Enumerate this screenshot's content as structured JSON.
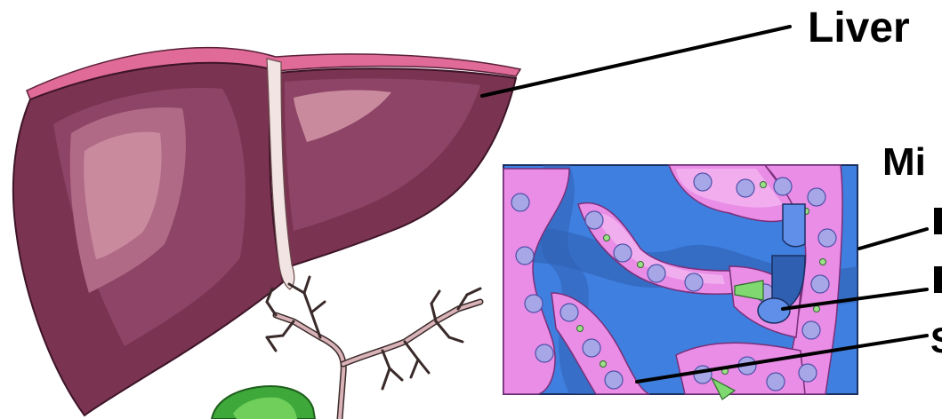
{
  "labels": {
    "liver": "Liver",
    "micro_partial": "Mi",
    "line1_partial": "",
    "line2_partial": "",
    "line3_partial": "S"
  },
  "colors": {
    "liver_dark": "#6e2f48",
    "liver_mid": "#8a3a5a",
    "liver_highlight": "#c98a9e",
    "liver_capsule": "#e06a98",
    "ligament": "#f3e4e4",
    "sinusoid_blue": "#3f7fe0",
    "sinusoid_dark": "#2f5fb0",
    "hepatocyte_pink": "#e98de6",
    "hepatocyte_light": "#f3b6f0",
    "nucleus": "#a7a7e8",
    "bile_green": "#3fa83a",
    "duct_pink": "#d9b3b8"
  },
  "icons": [
    "liver-illustration",
    "bile-duct-tree",
    "gallbladder",
    "microscopic-tissue-panel"
  ]
}
